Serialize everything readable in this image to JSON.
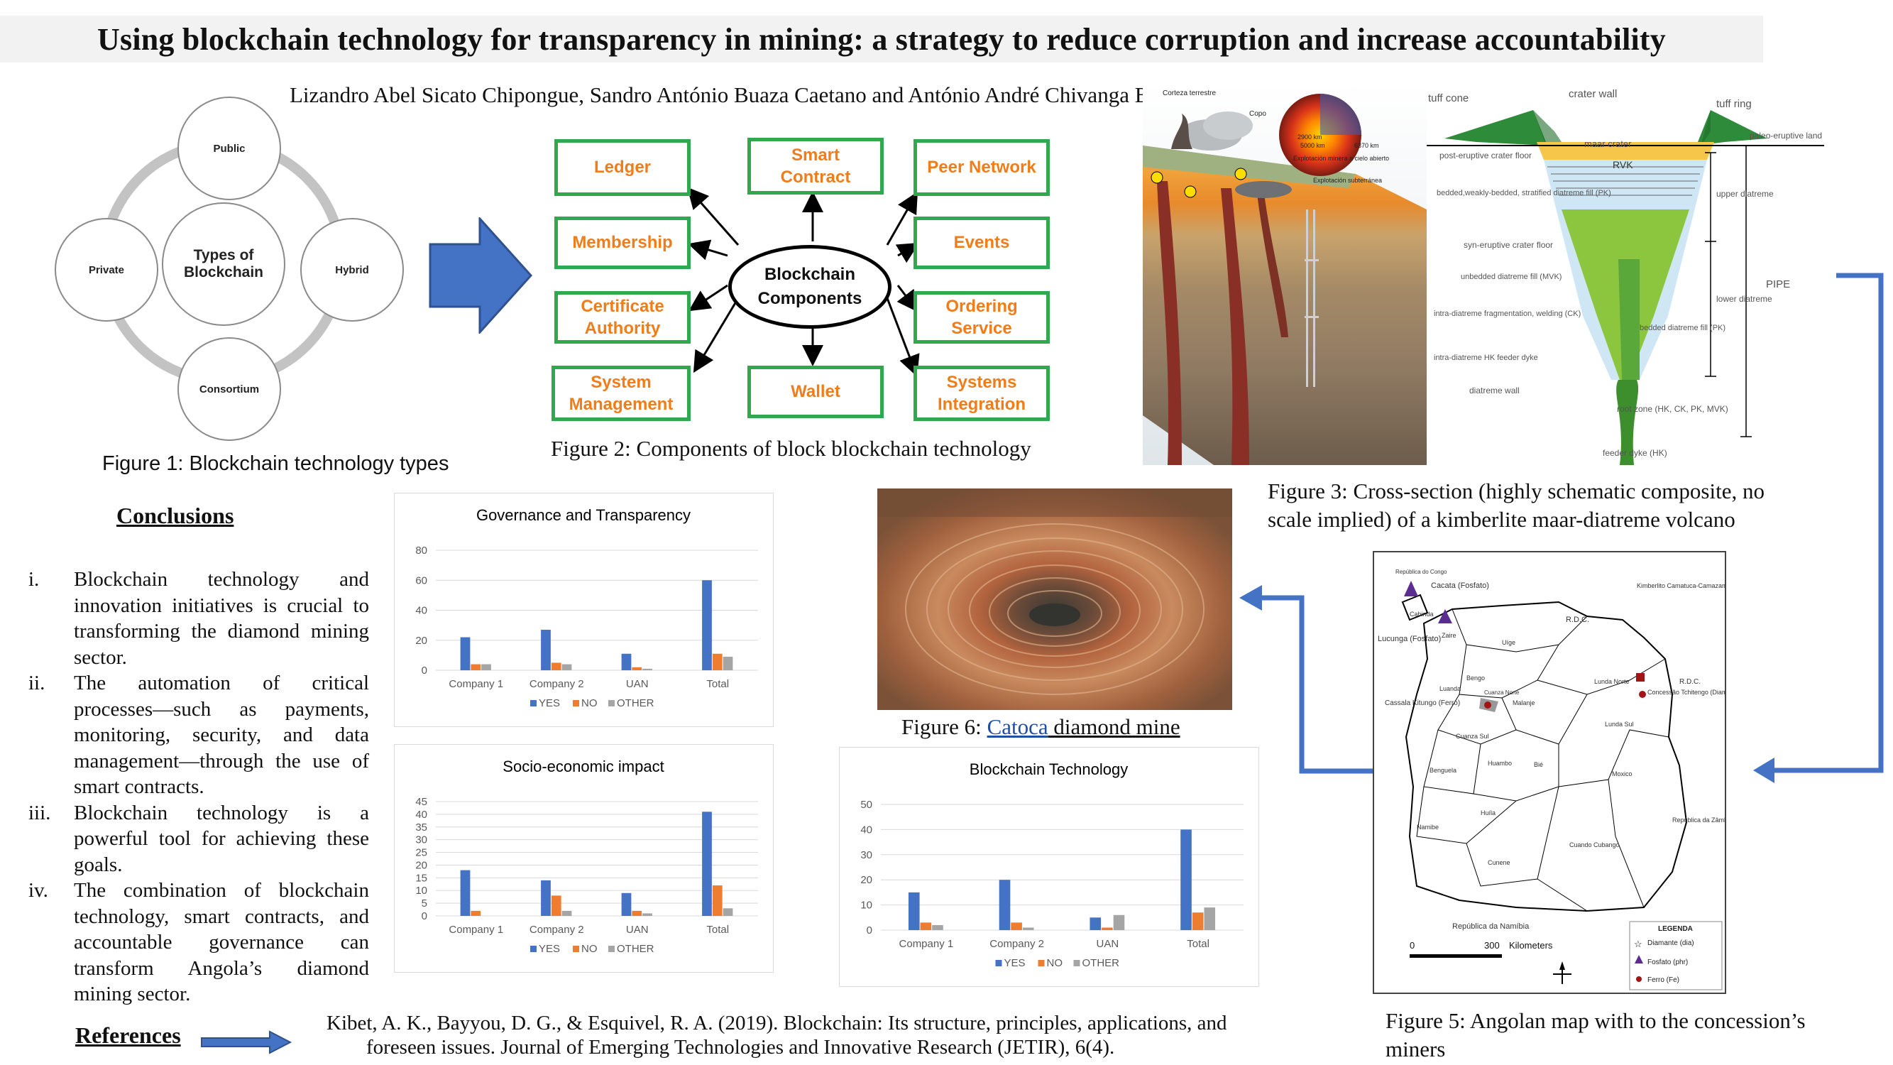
{
  "title": "Using blockchain technology for transparency in mining: a strategy to reduce corruption and increase accountability",
  "authors": "Lizandro Abel Sicato Chipongue, Sandro António Buaza Caetano and António André Chivanga Barros",
  "figure1": {
    "center": [
      "Types of",
      "Blockchain"
    ],
    "nodes": {
      "top": "Public",
      "left": "Private",
      "right": "Hybrid",
      "bottom": "Consortium"
    },
    "caption": "Figure 1: Blockchain technology types"
  },
  "figure2": {
    "center": [
      "Blockchain",
      "Components"
    ],
    "boxes": {
      "ledger": [
        "Ledger"
      ],
      "smart_contract": [
        "Smart",
        "Contract"
      ],
      "peer_network": [
        "Peer Network"
      ],
      "membership": [
        "Membership"
      ],
      "events": [
        "Events"
      ],
      "certificate_authority": [
        "Certificate",
        "Authority"
      ],
      "ordering_service": [
        "Ordering",
        "Service"
      ],
      "system_management": [
        "System",
        "Management"
      ],
      "wallet": [
        "Wallet"
      ],
      "systems_integration": [
        "Systems",
        "Integration"
      ]
    },
    "caption": "Figure 2: Components of block blockchain technology"
  },
  "figure3": {
    "caption_line1": "Figure 3: Cross-section (highly schematic composite, no",
    "caption_line2": "scale implied) of a kimberlite maar-diatreme volcano",
    "labels_left": {
      "crust": "Corteza terrestre",
      "core": "Copo",
      "d1": "2900 km",
      "d2": "5000 km",
      "d3": "6370 km",
      "open_pit": "Explotación minera a cielo abierto",
      "underground": "Explotación subterránea"
    },
    "labels_right": {
      "tuff_cone": "tuff cone",
      "crater_wall": "crater wall",
      "tuff_ring": "tuff ring",
      "maar_crater": "maar crater",
      "paleo": "paleo-eruptive land surface",
      "post_eruptive": "post-eruptive crater floor",
      "rvk": "RVK",
      "bedded": "bedded,weakly-bedded, stratified diatreme fill (PK)",
      "upper": "upper diatreme",
      "syn": "syn-eruptive crater floor",
      "unbedded": "unbedded diatreme fill (MVK)",
      "pipe": "PIPE",
      "intra_frag": "intra-diatreme fragmentation, welding (CK)",
      "lower": "lower diatreme",
      "bedded_fill": "bedded diatreme fill (PK)",
      "intra_hk": "intra-diatreme HK feeder dyke",
      "wall": "diatreme wall",
      "root": "root zone (HK, CK, PK, MVK)",
      "feeder": "feeder dyke (HK)"
    }
  },
  "conclusions": {
    "heading": "Conclusions",
    "items": [
      {
        "num": "i.",
        "text": "Blockchain technology and innovation initiatives is crucial to transforming the diamond mining sector."
      },
      {
        "num": "ii.",
        "text": "The automation of critical processes—such as payments, monitoring, security, and data management—through the use of smart contracts."
      },
      {
        "num": "iii.",
        "text": "Blockchain technology is a powerful tool for achieving these goals."
      },
      {
        "num": "iv.",
        "text": "The combination of blockchain technology, smart contracts, and accountable governance can transform Angola’s diamond mining sector."
      }
    ]
  },
  "references": {
    "heading": "References",
    "line1": "Kibet, A. K., Bayyou, D. G., & Esquivel, R. A. (2019). Blockchain: Its structure, principles, applications, and",
    "line2": "foreseen issues. Journal of Emerging Technologies and Innovative Research (JETIR), 6(4)."
  },
  "figure6": {
    "caption_prefix": "Figure 6: ",
    "caption_link": "Catoca",
    "caption_suffix": " diamond mine"
  },
  "figure5": {
    "caption_line1": "Figure 5: Angolan map with to the concession’s",
    "caption_line2": "miners",
    "labels": {
      "cacata": "Cacata (Fosfato)",
      "kimberlito": "Kimberlito Camatuca-Camazambo (Diamante)",
      "lucunga": "Lucunga (Fosfato)",
      "cassala": "Cassala Kitungo (Ferro)",
      "tchitengo": "Concessão Tchitengo (Diamante)",
      "rdc1": "R.D.C.",
      "rdc2": "R.D.C.",
      "congo": "República do Congo",
      "zambia": "República da Zâmbia",
      "namibia": "República da Namíbia",
      "cabinda": "Cabinda",
      "zaire": "Zaire",
      "uige": "Uíge",
      "bengo": "Bengo",
      "luanda": "Luanda",
      "malanje": "Malanje",
      "lunda_norte": "Lunda Norte",
      "lunda_sul": "Lunda Sul",
      "cuanza_norte": "Cuanza Norte",
      "cuanza_sul": "Cuanza Sul",
      "benguela": "Benguela",
      "huambo": "Huambo",
      "bie": "Bié",
      "moxico": "Moxico",
      "namibe": "Namibe",
      "huila": "Huíla",
      "cunene": "Cunene",
      "cuando": "Cuando Cubango",
      "scale0": "0",
      "scale300": "300",
      "scale_unit": "Kilometers",
      "legend_title": "LEGENDA",
      "legend_diamond": "Diamante (dia)",
      "legend_fosfato": "Fosfato (phr)",
      "legend_ferro": "Ferro (Fe)"
    }
  },
  "chart_data": [
    {
      "type": "bar",
      "title": "Governance and  Transparency",
      "categories": [
        "Company 1",
        "Company 2",
        "UAN",
        "Total"
      ],
      "ylim": [
        0,
        80
      ],
      "yticks": [
        "0",
        "20",
        "40",
        "60",
        "80"
      ],
      "series": [
        {
          "name": "YES",
          "values": [
            22,
            27,
            11,
            60
          ]
        },
        {
          "name": "NO",
          "values": [
            4,
            5,
            2,
            11
          ]
        },
        {
          "name": "OTHER",
          "values": [
            4,
            4,
            1,
            9
          ]
        }
      ],
      "colors": [
        "#4472c4",
        "#ed7d31",
        "#a5a5a5"
      ],
      "grid": true,
      "legend": "bottom"
    },
    {
      "type": "bar",
      "title": "Socio-economic impact",
      "categories": [
        "Company 1",
        "Company 2",
        "UAN",
        "Total"
      ],
      "ylim": [
        0,
        45
      ],
      "yticks": [
        "0",
        "5",
        "10",
        "15",
        "20",
        "25",
        "30",
        "35",
        "40",
        "45"
      ],
      "series": [
        {
          "name": "YES",
          "values": [
            18,
            14,
            9,
            41
          ]
        },
        {
          "name": "NO",
          "values": [
            2,
            8,
            2,
            12
          ]
        },
        {
          "name": "OTHER",
          "values": [
            0,
            2,
            1,
            3
          ]
        }
      ],
      "colors": [
        "#4472c4",
        "#ed7d31",
        "#a5a5a5"
      ],
      "grid": true,
      "legend": "bottom"
    },
    {
      "type": "bar",
      "title": "Blockchain Technology",
      "categories": [
        "Company 1",
        "Company 2",
        "UAN",
        "Total"
      ],
      "ylim": [
        0,
        50
      ],
      "yticks": [
        "0",
        "10",
        "20",
        "30",
        "40",
        "50"
      ],
      "series": [
        {
          "name": "YES",
          "values": [
            15,
            20,
            5,
            40
          ]
        },
        {
          "name": "NO",
          "values": [
            3,
            3,
            1,
            7
          ]
        },
        {
          "name": "OTHER",
          "values": [
            2,
            1,
            6,
            9
          ]
        }
      ],
      "colors": [
        "#4472c4",
        "#ed7d31",
        "#a5a5a5"
      ],
      "grid": true,
      "legend": "bottom"
    }
  ]
}
